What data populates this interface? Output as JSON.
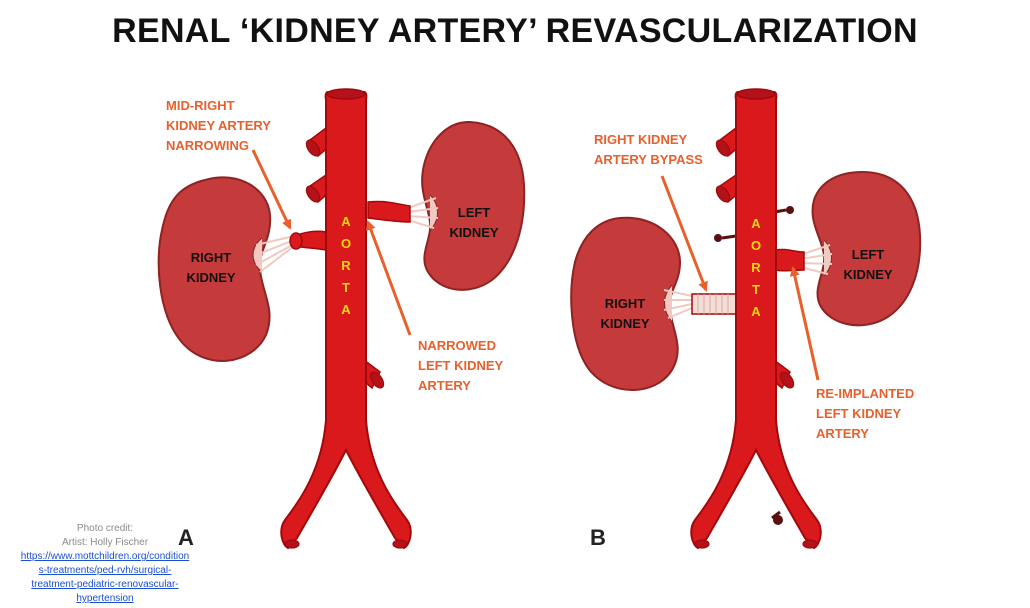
{
  "title": "RENAL ‘KIDNEY ARTERY’ REVASCULARIZATION",
  "colors": {
    "vessel": "#d9191c",
    "vessel_dark": "#a3080b",
    "kidney": "#c53a3a",
    "kidney_dark": "#8f2222",
    "kidney_hilum": "#f2c9c0",
    "label": "#e8602c",
    "aorta_text": "#f5d90a"
  },
  "aorta_letters": [
    "A",
    "O",
    "R",
    "T",
    "A"
  ],
  "panel_a": {
    "letter": "A",
    "labels": {
      "mid_right_narrowing": [
        "MID-RIGHT",
        "KIDNEY ARTERY",
        "NARROWING"
      ],
      "narrowed_left": [
        "NARROWED",
        "LEFT KIDNEY",
        "ARTERY"
      ]
    },
    "right_kidney": [
      "RIGHT",
      "KIDNEY"
    ],
    "left_kidney": [
      "LEFT",
      "KIDNEY"
    ]
  },
  "panel_b": {
    "letter": "B",
    "labels": {
      "bypass": [
        "RIGHT KIDNEY",
        "ARTERY BYPASS"
      ],
      "reimplanted": [
        "RE-IMPLANTED",
        "LEFT KIDNEY",
        "ARTERY"
      ]
    },
    "right_kidney": [
      "RIGHT",
      "KIDNEY"
    ],
    "left_kidney": [
      "LEFT",
      "KIDNEY"
    ]
  },
  "credit": {
    "line1": "Photo credit:",
    "line2": "Artist: Holly Fischer",
    "url_lines": [
      "https://www.mottchildren.org/condition",
      "s-treatments/ped-rvh/surgical-",
      "treatment-pediatric-renovascular-",
      "hypertension"
    ]
  }
}
